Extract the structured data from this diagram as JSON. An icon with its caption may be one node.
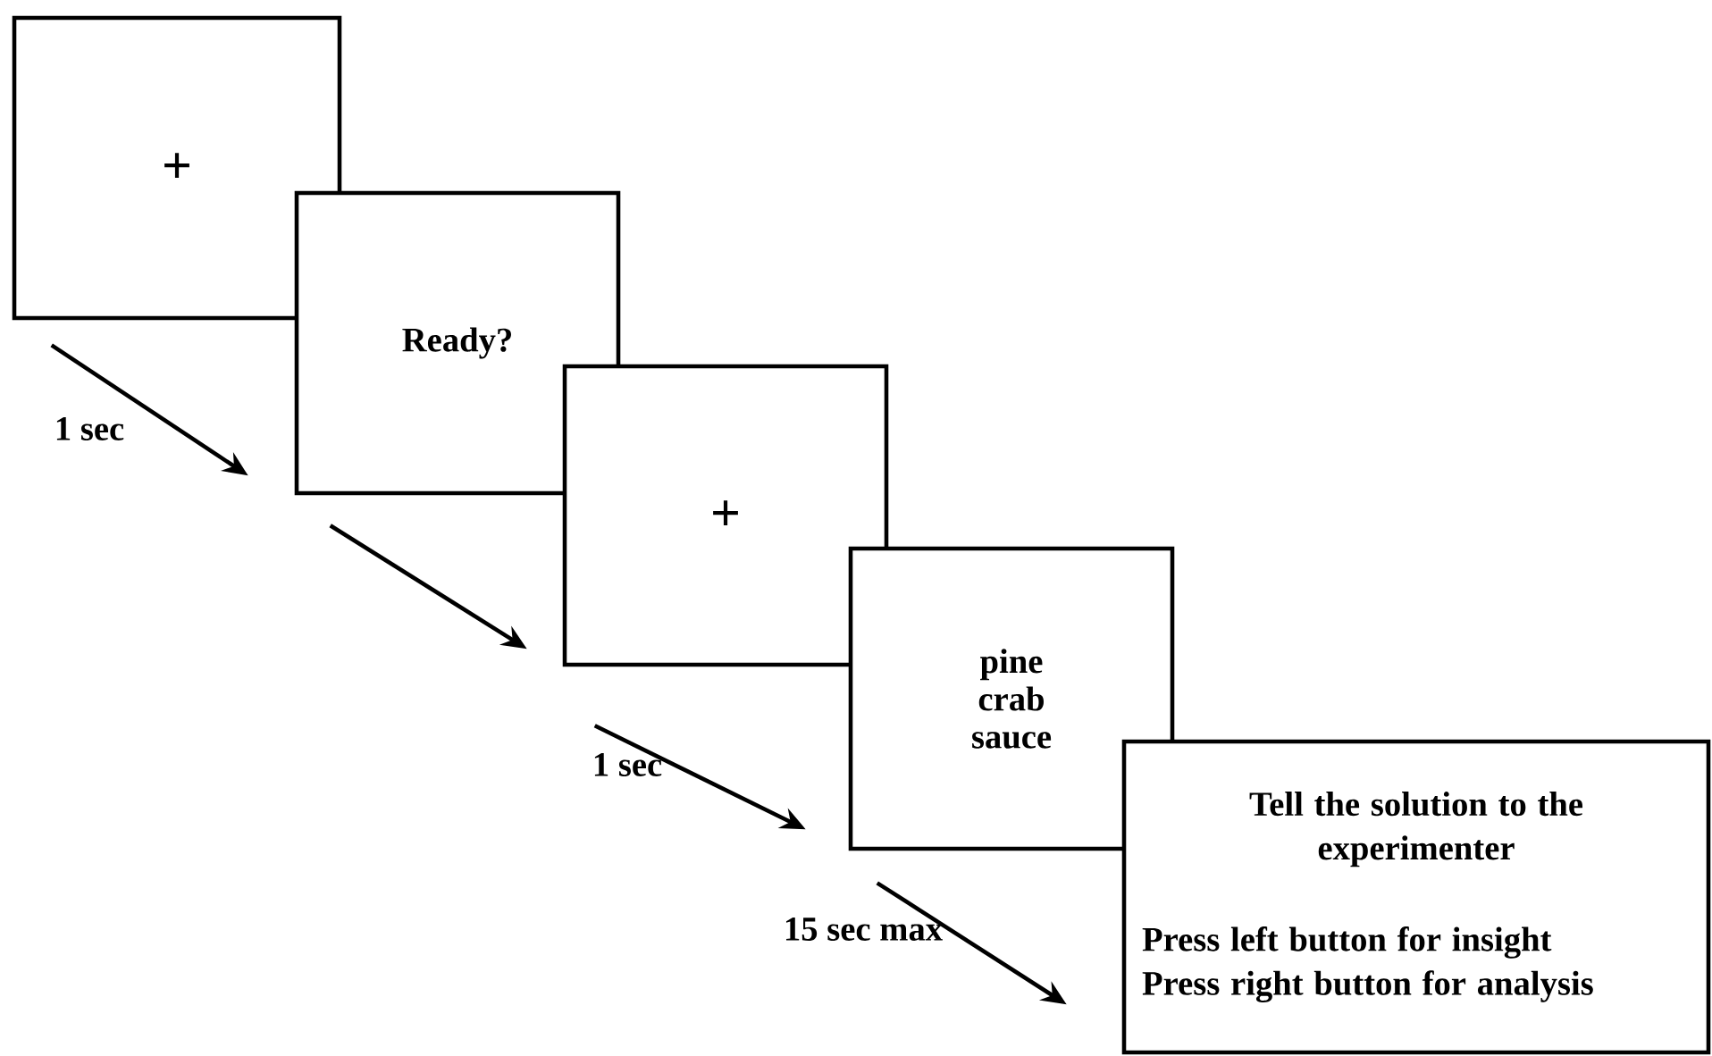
{
  "diagram": {
    "nodes": [
      {
        "text": [
          "+"
        ]
      },
      {
        "text": [
          "Ready?"
        ]
      },
      {
        "text": [
          "+"
        ]
      },
      {
        "text": [
          "pine crab sauce"
        ]
      },
      {
        "text": [
          "Tell the solution to the experimenter",
          "Press left button for insight",
          "Press right button for analysis"
        ]
      }
    ],
    "edges": [
      {
        "from": 0,
        "to": 1,
        "arrow": "to",
        "label": "1 sec"
      },
      {
        "from": 1,
        "to": 2,
        "arrow": "to"
      },
      {
        "from": 2,
        "to": 3,
        "arrow": "to",
        "label": "1 sec"
      },
      {
        "from": 3,
        "to": 4,
        "arrow": "to",
        "label": "15 sec max"
      }
    ]
  }
}
